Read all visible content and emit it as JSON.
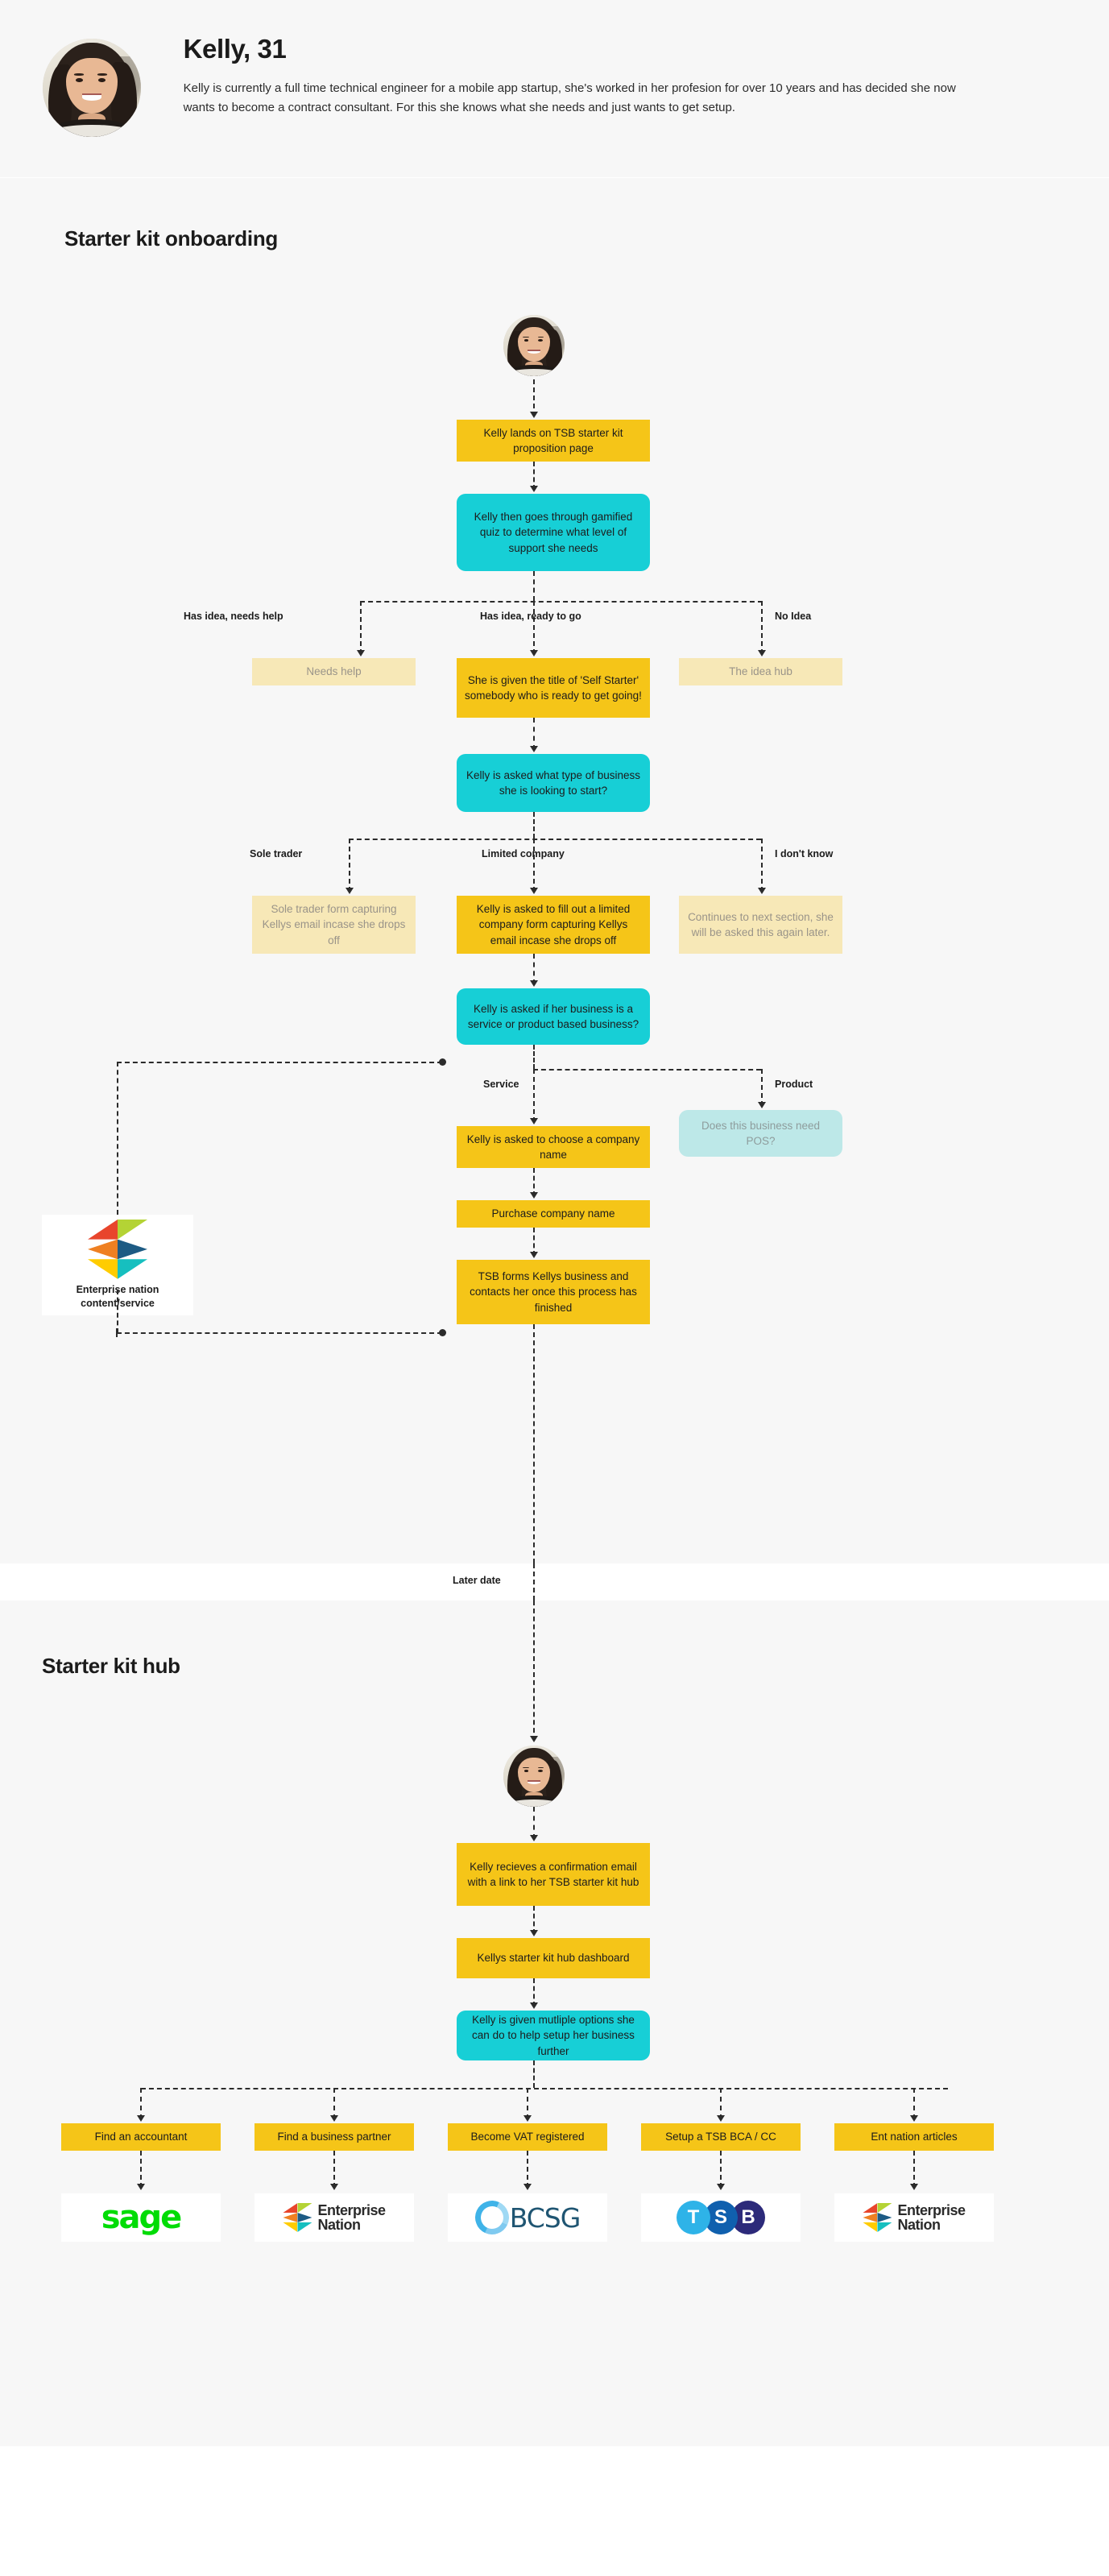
{
  "persona": {
    "name": "Kelly, 31",
    "description": "Kelly is currently a full time technical engineer for a mobile app startup, she's worked in her profesion for over 10 years and has decided she now wants to become a contract consultant. For this she knows what she needs and just wants to get setup.",
    "avatar_icon": "user-photo-avatar"
  },
  "colors": {
    "accent_yellow": "#f5c518",
    "accent_cyan": "#17cfd6",
    "muted_yellow": "#f7e8b7",
    "muted_cyan": "#bde8e8",
    "page_bg": "#f7f7f7",
    "line": "#2b2b2b",
    "sage_green": "#00dc06",
    "bcsg_blue": "#3fb3e8",
    "tsb_t": "#2eb3e8",
    "tsb_s": "#1060ae",
    "tsb_b": "#2c2a7a"
  },
  "onboarding": {
    "title": "Starter kit onboarding",
    "avatar_icon": "user-photo-avatar",
    "nodes": {
      "landing": "Kelly lands on TSB starter kit proposition page",
      "quiz": "Kelly then goes through gamified quiz to determine what level of support she needs",
      "needs_help": "Needs help",
      "self_starter": "She is given the title of 'Self Starter' somebody who is ready to get going!",
      "idea_hub": "The idea hub",
      "business_type": "Kelly is asked what type of business she is looking to start?",
      "sole_trader_form": "Sole trader form capturing Kellys email incase she drops off",
      "limited_company_form": "Kelly is asked to fill out a limited company form capturing Kellys email incase she drops off",
      "continues_later": "Continues to next section, she will be asked this again later.",
      "service_or_product": "Kelly is asked if her business is a service or product based business?",
      "pos": "Does this business need POS?",
      "choose_name": "Kelly is asked to choose a company name",
      "purchase_name": "Purchase company name",
      "tsb_forms": "TSB forms Kellys business and contacts her once this process has finished"
    },
    "branch_labels": {
      "has_idea_needs_help": "Has idea, needs help",
      "has_idea_ready": "Has idea, ready to go",
      "no_idea": "No Idea",
      "sole_trader": "Sole trader",
      "limited_company": "Limited company",
      "i_dont_know": "I don't know",
      "service": "Service",
      "product": "Product"
    },
    "enterprise_nation": {
      "caption": "Enterprise nation content/service",
      "icon": "enterprise-nation-hex-icon"
    }
  },
  "later_date_label": "Later date",
  "hub": {
    "title": "Starter kit hub",
    "avatar_icon": "user-photo-avatar",
    "nodes": {
      "confirmation": "Kelly recieves a confirmation email with a link to her TSB starter kit hub",
      "dashboard": "Kellys starter kit hub dashboard",
      "options": "Kelly is given mutliple options she can do to help setup her business further"
    },
    "options": [
      {
        "label": "Find an accountant",
        "logo": "sage-logo",
        "logo_text": "sage"
      },
      {
        "label": "Find a business partner",
        "logo": "enterprise-nation-logo",
        "logo_text": "Enterprise Nation"
      },
      {
        "label": "Become VAT registered",
        "logo": "bcsg-logo",
        "logo_text": "BCSG"
      },
      {
        "label": "Setup a TSB BCA / CC",
        "logo": "tsb-logo",
        "logo_text": "TSB"
      },
      {
        "label": "Ent nation articles",
        "logo": "enterprise-nation-logo",
        "logo_text": "Enterprise Nation"
      }
    ]
  }
}
